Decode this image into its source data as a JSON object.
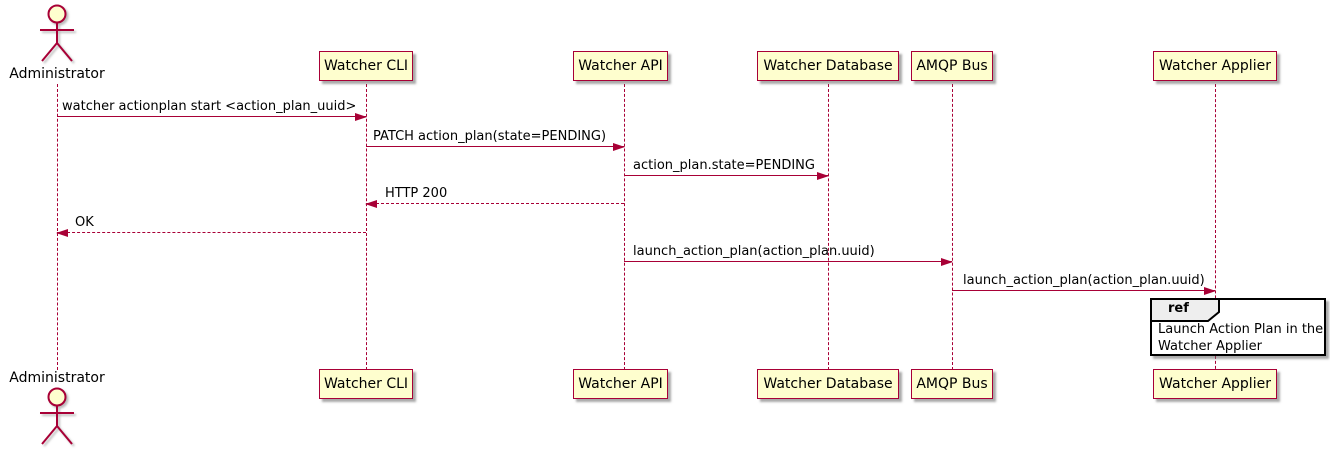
{
  "diagram": {
    "type": "uml-sequence",
    "actor": {
      "label": "Administrator"
    },
    "participants": [
      {
        "id": "watcher-cli",
        "label": "Watcher CLI"
      },
      {
        "id": "watcher-api",
        "label": "Watcher API"
      },
      {
        "id": "watcher-database",
        "label": "Watcher Database"
      },
      {
        "id": "amqp-bus",
        "label": "AMQP Bus"
      },
      {
        "id": "watcher-applier",
        "label": "Watcher Applier"
      }
    ],
    "messages": [
      {
        "text": "watcher actionplan start <action_plan_uuid>",
        "from": "Administrator",
        "to": "Watcher CLI",
        "line": "solid",
        "direction": "right"
      },
      {
        "text": "PATCH action_plan(state=PENDING)",
        "from": "Watcher CLI",
        "to": "Watcher API",
        "line": "solid",
        "direction": "right"
      },
      {
        "text": "action_plan.state=PENDING",
        "from": "Watcher API",
        "to": "Watcher Database",
        "line": "solid",
        "direction": "right"
      },
      {
        "text": "HTTP 200",
        "from": "Watcher API",
        "to": "Watcher CLI",
        "line": "dashed",
        "direction": "left"
      },
      {
        "text": "OK",
        "from": "Watcher CLI",
        "to": "Administrator",
        "line": "dashed",
        "direction": "left"
      },
      {
        "text": "launch_action_plan(action_plan.uuid)",
        "from": "Watcher API",
        "to": "AMQP Bus",
        "line": "solid",
        "direction": "right"
      },
      {
        "text": "launch_action_plan(action_plan.uuid)",
        "from": "AMQP Bus",
        "to": "Watcher Applier",
        "line": "solid",
        "direction": "right"
      }
    ],
    "ref_fragment": {
      "keyword": "ref",
      "text_lines": [
        "Launch Action Plan in the",
        "Watcher Applier"
      ],
      "over": "Watcher Applier"
    },
    "colors": {
      "participant_fill": "#FEFECE",
      "stroke": "#A80036",
      "message_text": "#000000",
      "ref_border": "#000000",
      "ref_header_fill": "#EEEEEE",
      "background": "#FFFFFF"
    }
  }
}
